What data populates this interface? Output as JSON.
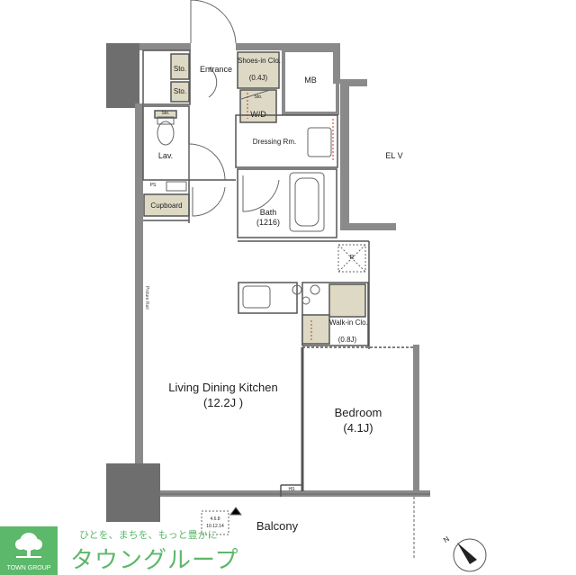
{
  "rooms": {
    "entrance": "Entrance",
    "storage_1": "Sto.",
    "storage_2": "Sto.",
    "shoes_in_closet": "Shoes-in Clo.",
    "shoes_in_closet_size": "(0.4J)",
    "mb": "MB",
    "wd_storage": "Sto.",
    "washer_dryer": "W/D",
    "lav_storage": "Sto.",
    "lavatory": "Lav.",
    "ps": "PS",
    "cupboard": "Cupboard",
    "dressing_room": "Dressing Rm.",
    "bath": "Bath",
    "bath_size": "(1216)",
    "elevator": "EL V",
    "refrigerator": "R",
    "picture_rail": "Picture Rail",
    "walk_in_closet": "Walk-in Clo.",
    "walk_in_closet_size": "(0.8J)",
    "ldk": "Living Dining Kitchen",
    "ldk_size": "(12.2J )",
    "bedroom": "Bedroom",
    "bedroom_size": "(4.1J)",
    "hs": "HS",
    "balcony": "Balcony",
    "balcony_mark_1": "4.6.8",
    "balcony_mark_2": "10.12.14",
    "north_label": "N"
  },
  "branding": {
    "slogan": "ひとを、まちを、もっと豊かに",
    "brand_name": "タウングループ",
    "logo_text": "TOWN GROUP",
    "brand_color": "#5cb86a"
  },
  "colors": {
    "wall": "#8a8a8a",
    "column": "#6e6e6e",
    "storage_fill": "#ddd9c4",
    "line": "#555555",
    "accent_line": "#c0392b"
  }
}
